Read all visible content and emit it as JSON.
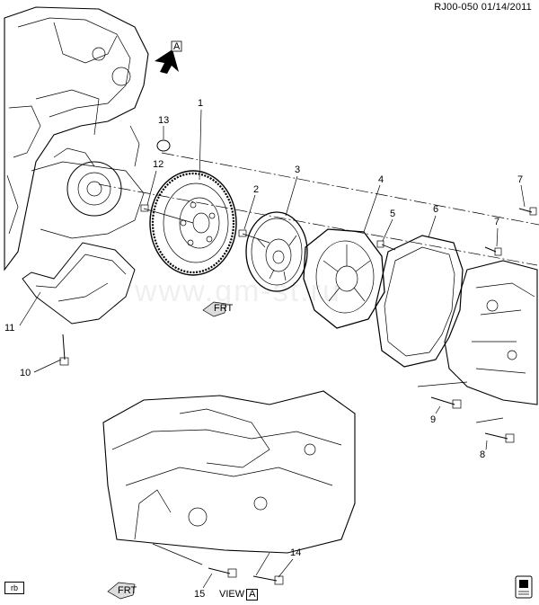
{
  "header": {
    "code": "RJ00-050 01/14/2011"
  },
  "footer": {
    "rb": "rb",
    "view_text": "VIEW",
    "view_box": "A"
  },
  "watermark": "www.gm-st.ru",
  "arrows": {
    "view_arrow_label": "A",
    "front_label": "FRT"
  },
  "callouts": [
    {
      "id": "1",
      "label": "1"
    },
    {
      "id": "2",
      "label": "2"
    },
    {
      "id": "3",
      "label": "3"
    },
    {
      "id": "4",
      "label": "4"
    },
    {
      "id": "5",
      "label": "5"
    },
    {
      "id": "6",
      "label": "6"
    },
    {
      "id": "7a",
      "label": "7"
    },
    {
      "id": "7b",
      "label": "7"
    },
    {
      "id": "8",
      "label": "8"
    },
    {
      "id": "9",
      "label": "9"
    },
    {
      "id": "10",
      "label": "10"
    },
    {
      "id": "11",
      "label": "11"
    },
    {
      "id": "12",
      "label": "12"
    },
    {
      "id": "13",
      "label": "13"
    },
    {
      "id": "14",
      "label": "14"
    },
    {
      "id": "15",
      "label": "15"
    }
  ]
}
